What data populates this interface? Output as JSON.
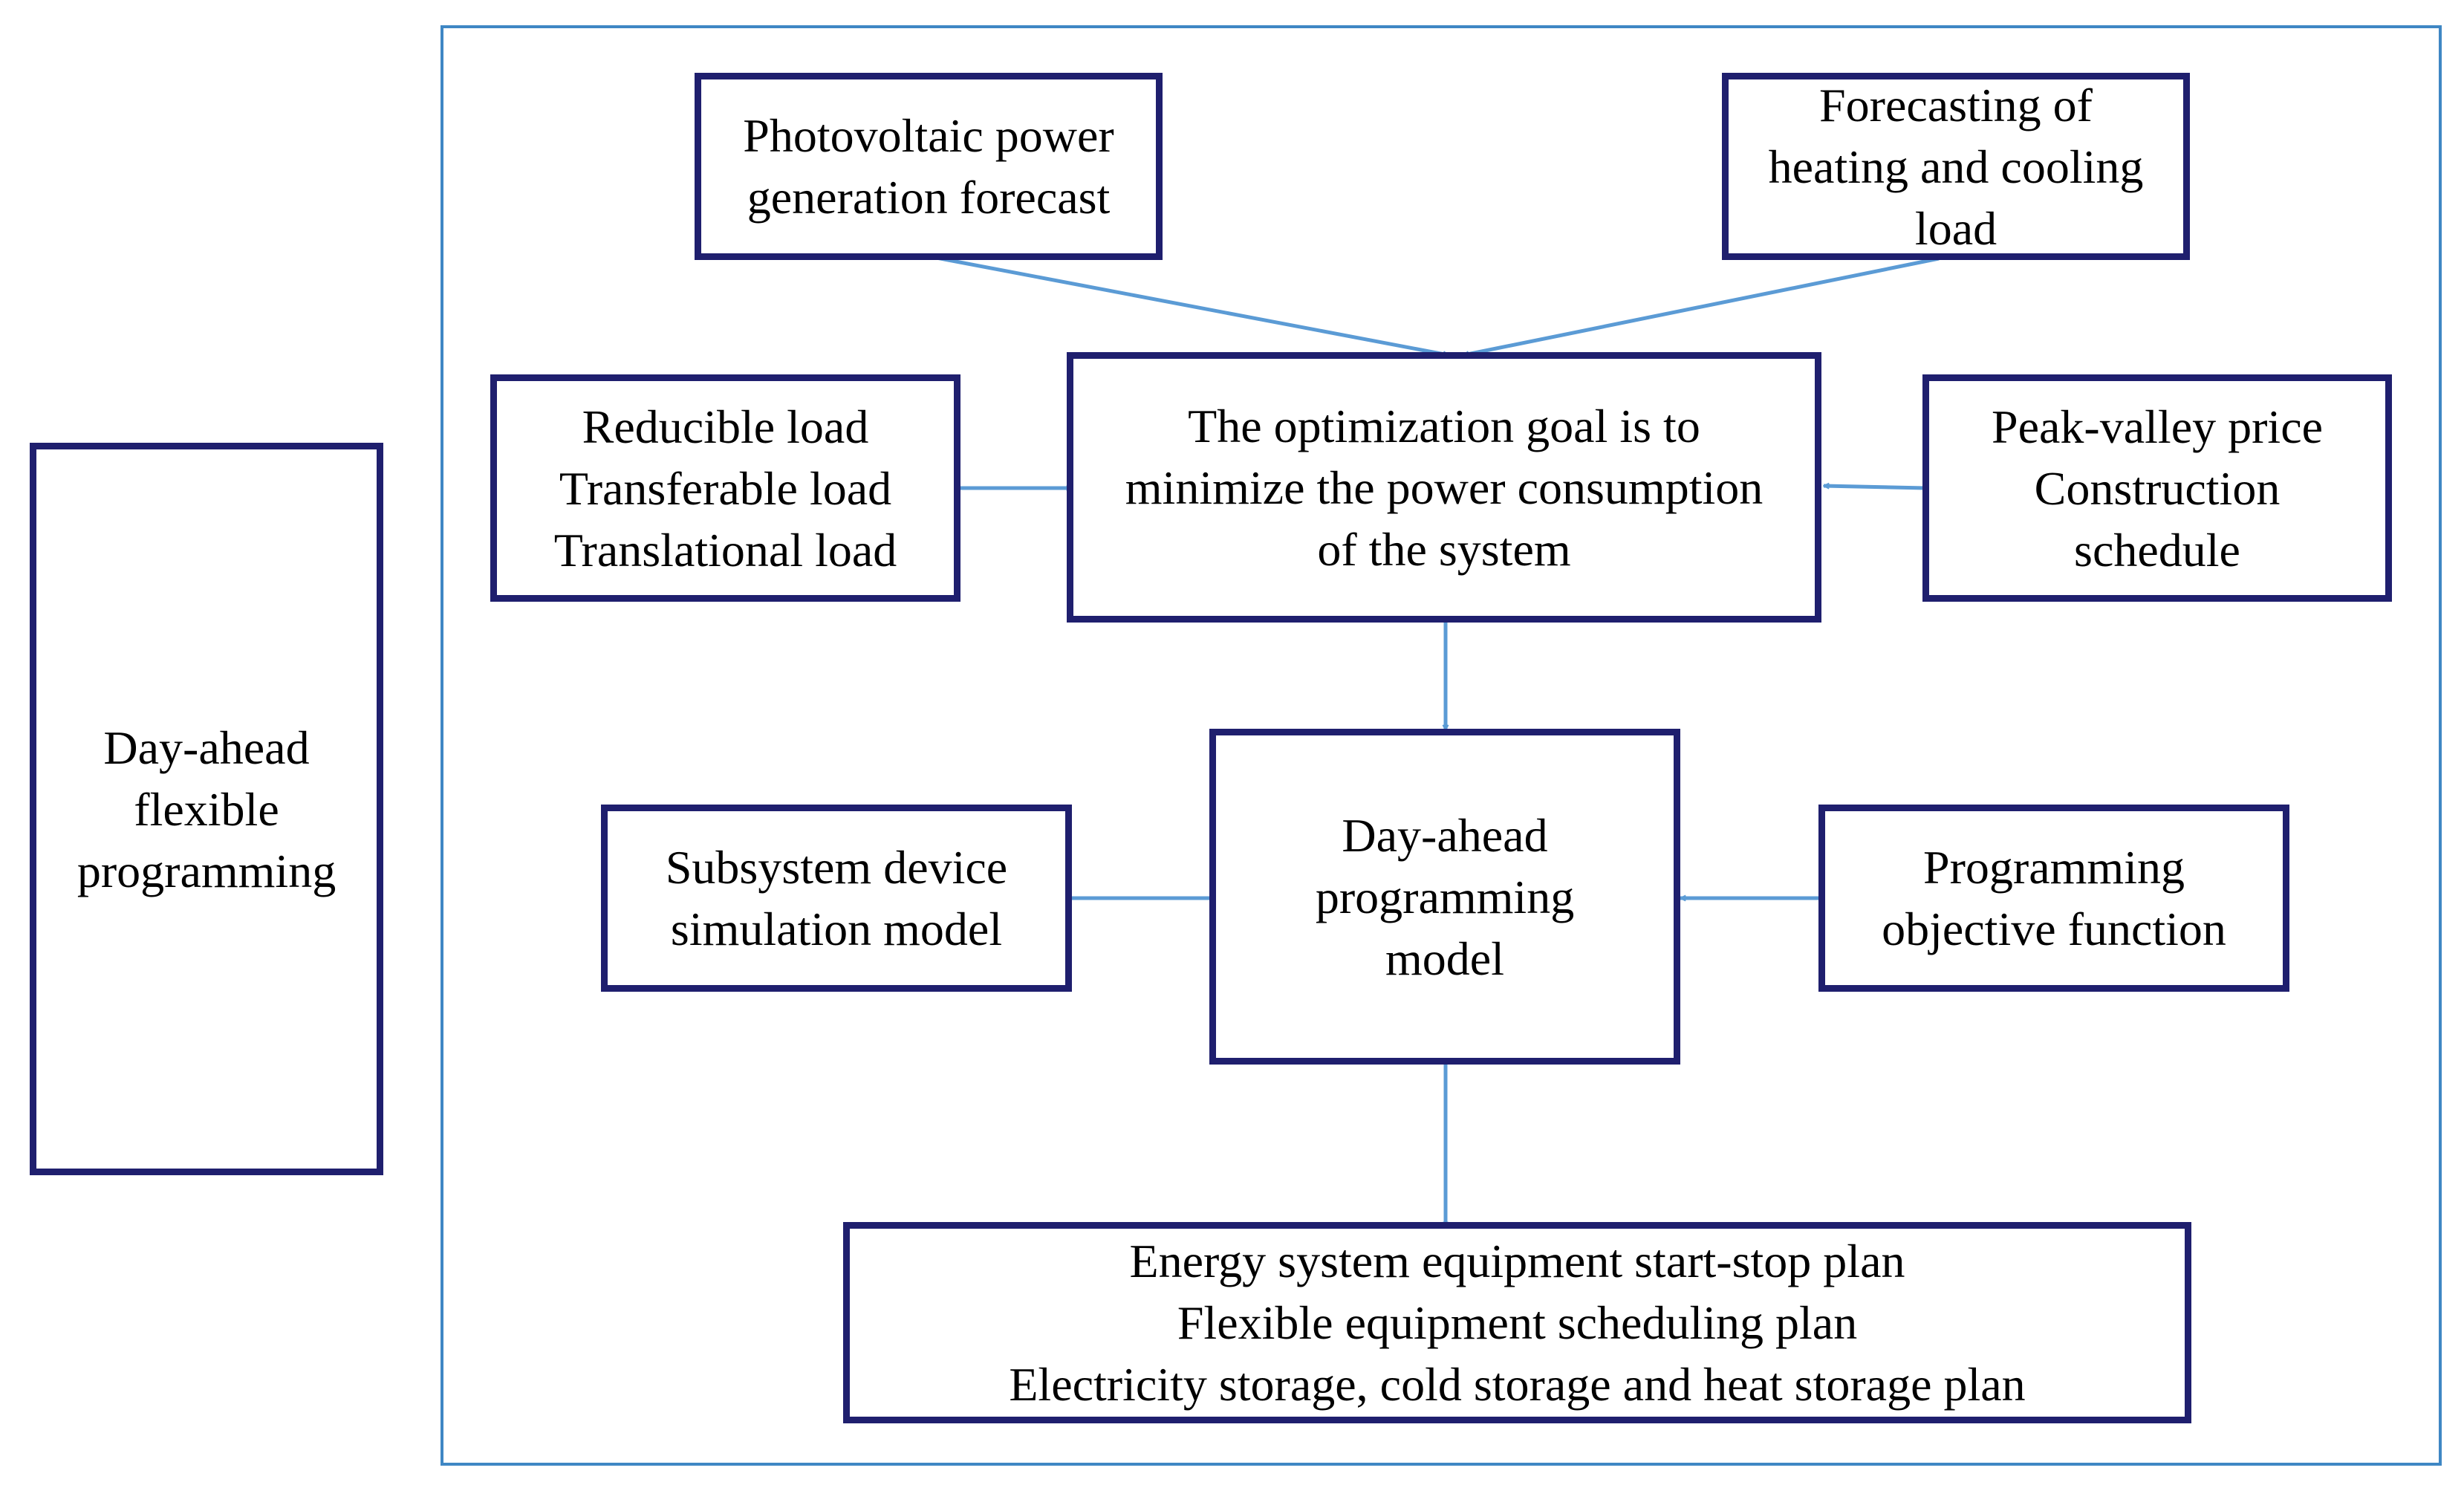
{
  "side_box": [
    "Day-ahead",
    "flexible",
    "programming"
  ],
  "pv_forecast": [
    "Photovoltaic power",
    "generation forecast"
  ],
  "load_forecast": [
    "Forecasting of",
    "heating and cooling",
    "load"
  ],
  "loads": [
    "Reducible load",
    "Transferable load",
    "Translational load"
  ],
  "optimization_goal": [
    "The optimization goal is to",
    "minimize the power consumption",
    "of the system"
  ],
  "price": [
    "Peak-valley price",
    "Construction",
    "schedule"
  ],
  "subsystem_model": [
    "Subsystem device",
    "simulation model"
  ],
  "programming_model": [
    "Day-ahead",
    "programming",
    "model"
  ],
  "objective_function": [
    "Programming",
    "objective function"
  ],
  "outputs": [
    "Energy system equipment start-stop plan",
    "Flexible equipment scheduling plan",
    "Electricity storage, cold storage and heat storage plan"
  ],
  "colors": {
    "box_border": "#1f1f6e",
    "arrow": "#5b9bd5",
    "frame": "#3f87c4"
  }
}
